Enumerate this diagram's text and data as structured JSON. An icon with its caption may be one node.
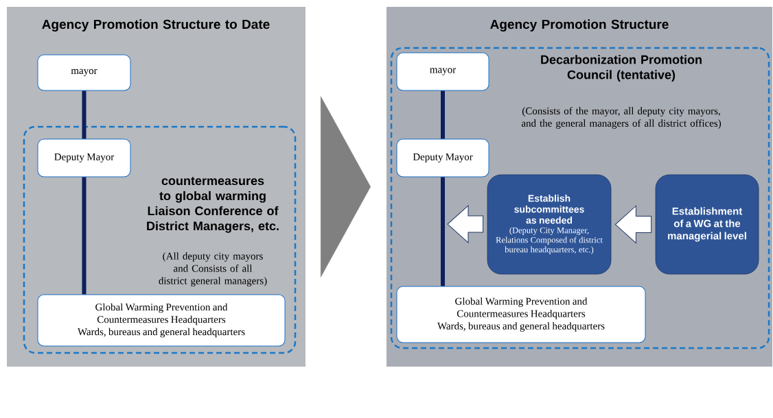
{
  "diagram": {
    "nodes": [
      {
        "text": [
          "Agency Promotion Structure to Date"
        ]
      },
      {
        "text": [
          "mayor"
        ],
        "in": 0
      },
      {
        "text": [
          "countermeasures to global warming Liaison Conference of District Managers, etc.",
          "(All deputy city mayors and Consists of all district general managers)"
        ],
        "in": 0
      },
      {
        "text": [
          "Deputy Mayor"
        ],
        "in": 2
      },
      {
        "text": [
          "Global Warming Prevention and Countermeasures Headquarters",
          "Wards, bureaus and general headquarters"
        ],
        "in": 2
      },
      {
        "text": [
          "Agency Promotion Structure"
        ]
      },
      {
        "text": [
          "Decarbonization Promotion Council (tentative)",
          "(Consists of the mayor, all deputy city mayors, and the general managers of all district offices)"
        ],
        "in": 5
      },
      {
        "text": [
          "mayor"
        ],
        "in": 6
      },
      {
        "text": [
          "Deputy Mayor"
        ],
        "in": 6
      },
      {
        "text": [
          "Establish subcommittees as needed",
          "(Deputy City Manager, Relations Composed of district bureau headquarters, etc.)"
        ],
        "in": 6
      },
      {
        "text": [
          "Establishment of a WG at the managerial level"
        ],
        "in": 6
      },
      {
        "text": [
          "Global Warming Prevention and Countermeasures Headquarters",
          "Wards, bureaus and general headquarters"
        ],
        "in": 6
      }
    ],
    "edges": [
      {
        "from": 1,
        "to": 3,
        "arrow": "none",
        "color": "#0d1f5c"
      },
      {
        "from": 3,
        "to": 4,
        "arrow": "none",
        "color": "#0d1f5c"
      },
      {
        "from": 0,
        "to": 5,
        "arrow": "to",
        "color": "#808080"
      },
      {
        "from": 7,
        "to": 8,
        "arrow": "none",
        "color": "#0d1f5c"
      },
      {
        "from": 8,
        "to": 11,
        "arrow": "none",
        "color": "#0d1f5c"
      },
      {
        "from": 10,
        "to": 9,
        "arrow": "to",
        "color": "#ffffff"
      },
      {
        "from": 9,
        "to": null,
        "arrow": "to",
        "color": "#ffffff"
      }
    ]
  }
}
